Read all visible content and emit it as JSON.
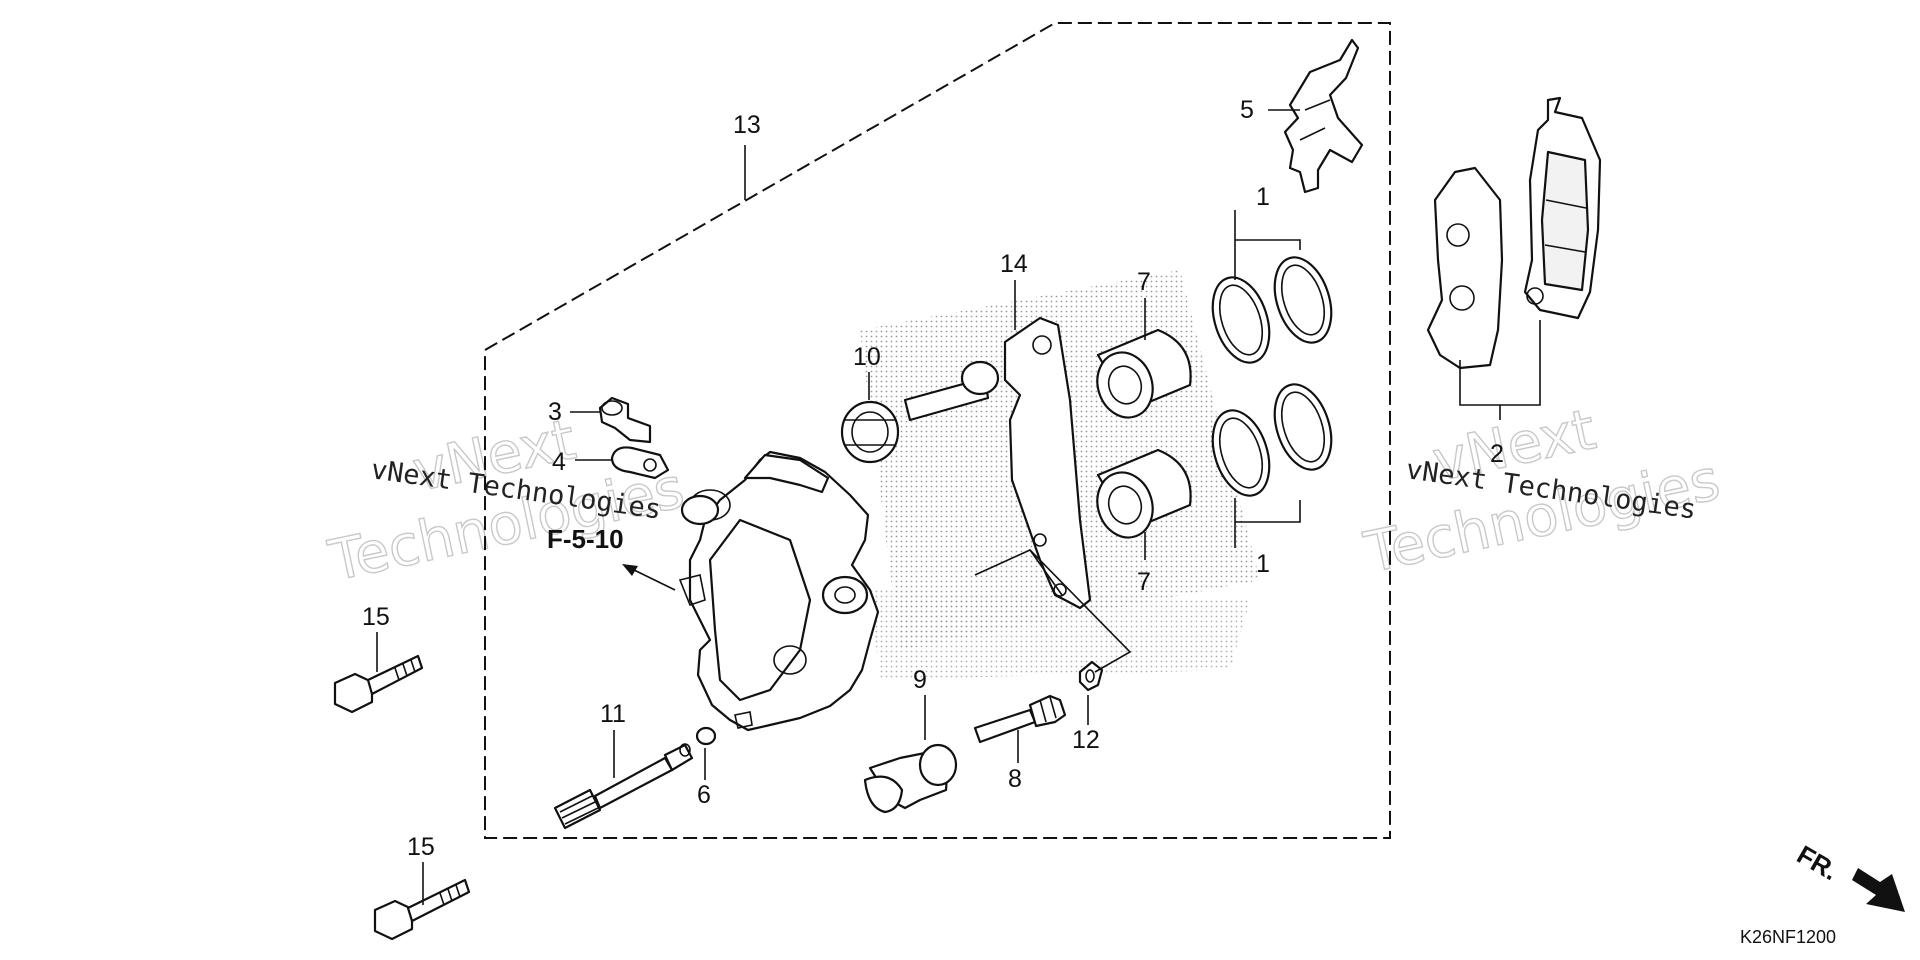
{
  "diagram": {
    "code": "K26NF1200",
    "reference": "F-5-10",
    "direction_label": "FR.",
    "watermark": {
      "small": "vNext Technologies",
      "big_line1": "vNext",
      "big_line2": "Technologies"
    },
    "callouts": {
      "c1_top": "1",
      "c1_bottom": "1",
      "c2": "2",
      "c3": "3",
      "c4": "4",
      "c5": "5",
      "c6": "6",
      "c7_top": "7",
      "c7_bottom": "7",
      "c8": "8",
      "c9": "9",
      "c10": "10",
      "c11": "11",
      "c12": "12",
      "c13": "13",
      "c14": "14",
      "c15_top": "15",
      "c15_bottom": "15"
    }
  }
}
